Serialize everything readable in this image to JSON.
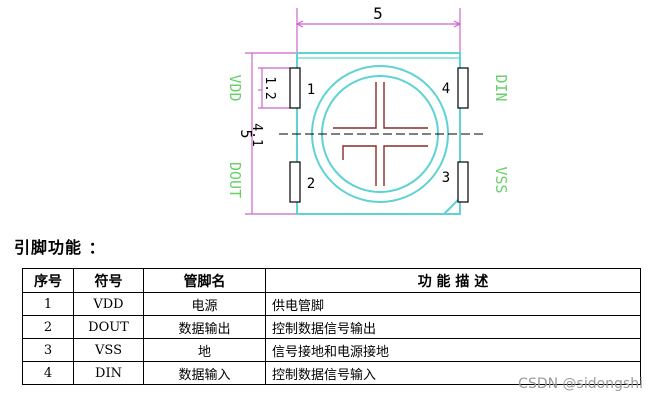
{
  "diagram": {
    "dim_width": "5",
    "dim_height": "5",
    "dim_pad": "1.2",
    "dim_offset": "4.1",
    "pin_numbers": [
      "1",
      "2",
      "3",
      "4"
    ],
    "left_labels": [
      "VDD",
      "DOUT"
    ],
    "right_labels": [
      "DIN",
      "VSS"
    ],
    "colors": {
      "package_outline": "#5fd3d3",
      "dimension_lines": "#cc66cc",
      "pin_labels": "#6ad06a",
      "die_traces": "#8a2a2a",
      "text": "#000000"
    }
  },
  "section_title": "引脚功能 ：",
  "table": {
    "headers": [
      "序号",
      "符号",
      "管脚名",
      "功 能 描 述"
    ],
    "rows": [
      [
        "1",
        "VDD",
        "电源",
        "供电管脚"
      ],
      [
        "2",
        "DOUT",
        "数据输出",
        "控制数据信号输出"
      ],
      [
        "3",
        "VSS",
        "地",
        "信号接地和电源接地"
      ],
      [
        "4",
        "DIN",
        "数据输入",
        "控制数据信号输入"
      ]
    ]
  },
  "watermark": "CSDN @sidongshi"
}
